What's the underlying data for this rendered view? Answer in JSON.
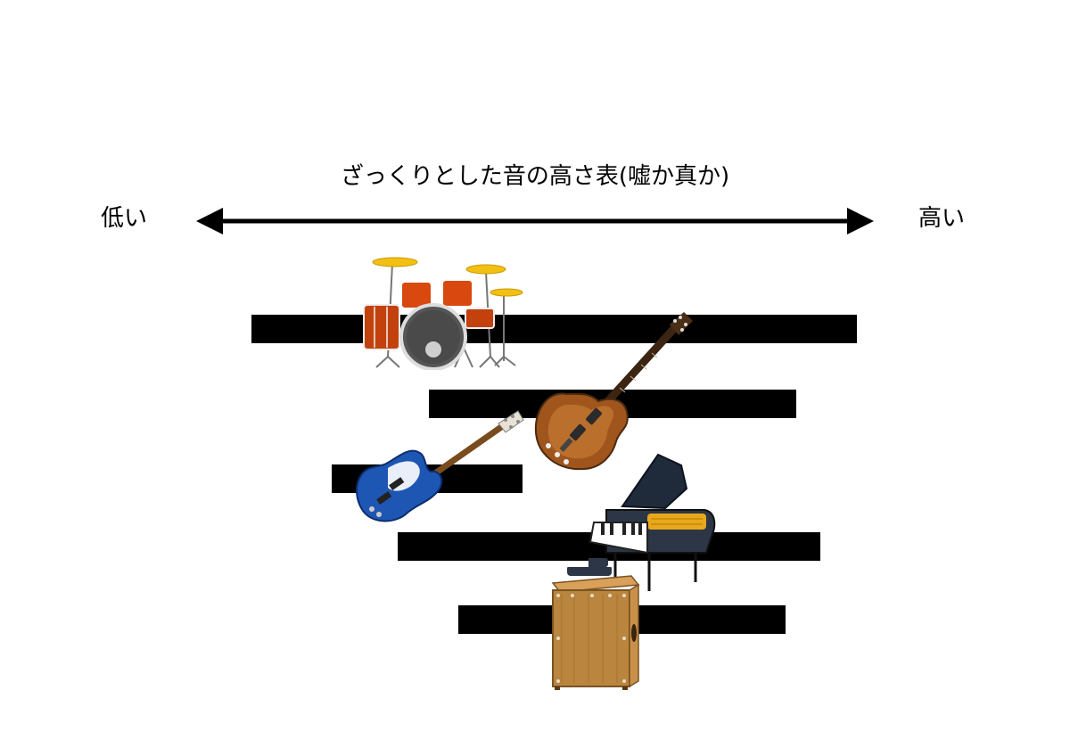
{
  "title": "ざっくりとした音の高さ表(嘘か真か)",
  "axis": {
    "low_label": "低い",
    "high_label": "高い"
  },
  "ranges": [
    {
      "instrument": "drums-icon",
      "low": 0.082,
      "high": 0.975
    },
    {
      "instrument": "guitar-icon",
      "low": 0.343,
      "high": 0.885
    },
    {
      "instrument": "bass-icon",
      "low": 0.2,
      "high": 0.481
    },
    {
      "instrument": "piano-icon",
      "low": 0.297,
      "high": 0.921
    },
    {
      "instrument": "cajon-icon",
      "low": 0.387,
      "high": 0.87
    }
  ]
}
